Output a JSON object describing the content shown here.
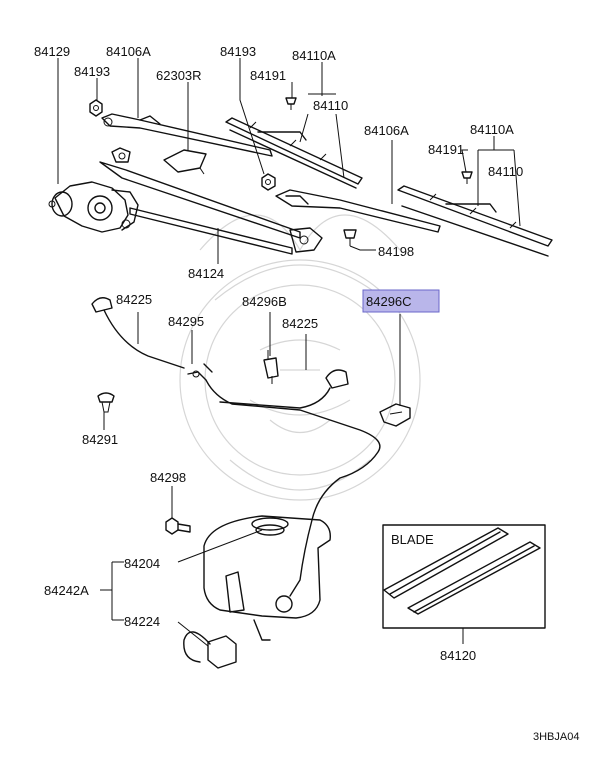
{
  "labels": {
    "p84129": "84129",
    "p84106a_l": "84106A",
    "p84193_l1": "84193",
    "p84193_l2": "84193",
    "p62303r": "62303R",
    "p84110a_l": "84110A",
    "p84191_l": "84191",
    "p84110_l": "84110",
    "p84106a_r": "84106A",
    "p84110a_r": "84110A",
    "p84191_r": "84191",
    "p84110_r": "84110",
    "p84198": "84198",
    "p84124": "84124",
    "p84225_l": "84225",
    "p84296b": "84296B",
    "p84296c": "84296C",
    "p84295": "84295",
    "p84225_r": "84225",
    "p84291": "84291",
    "p84298": "84298",
    "p84204": "84204",
    "p84242a": "84242A",
    "p84224": "84224",
    "p84120": "84120",
    "blade": "BLADE",
    "code": "3HBJA04"
  },
  "highlight": {
    "part": "84296C",
    "color": "#b9b6ea"
  }
}
